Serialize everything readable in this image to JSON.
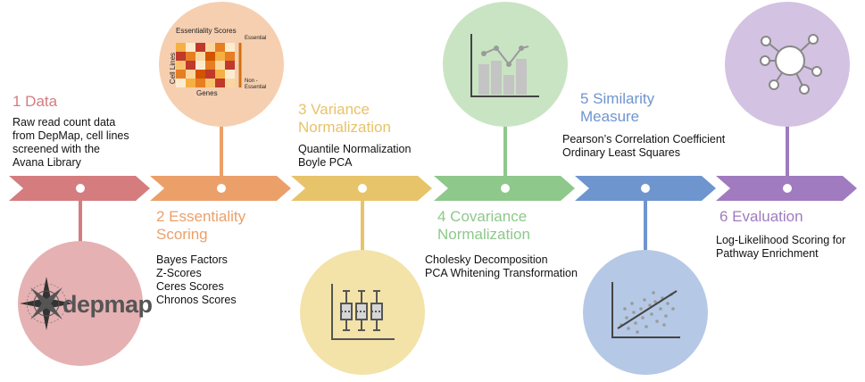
{
  "steps": [
    {
      "number": "1",
      "title": "1 Data",
      "color": "#d57c7f",
      "circle_color": "#e6b1b3",
      "desc": "Raw read count data\nfrom DepMap, cell lines\nscreened with the\nAvana Library",
      "logo_text": "depmap",
      "icon": "depmap-logo"
    },
    {
      "number": "2",
      "title": "2 Essentiality\nScoring",
      "color": "#eba06a",
      "circle_color": "#f6cfb0",
      "desc": "Bayes Factors\nZ-Scores\nCeres Scores\nChronos Scores",
      "icon": "heatmap-icon",
      "heatmap": {
        "title": "Essentiality Scores",
        "ylabel": "Cell Lines",
        "xlabel": "Genes",
        "legend_high": "Essential",
        "legend_low": "Non -\nEssential"
      }
    },
    {
      "number": "3",
      "title": "3 Variance\nNormalization",
      "color": "#e7c36a",
      "circle_color": "#f3e3a9",
      "desc": "Quantile Normalization\nBoyle PCA",
      "icon": "boxplot-icon"
    },
    {
      "number": "4",
      "title": "4 Covariance\nNormalization",
      "color": "#8ec88b",
      "circle_color": "#c9e4c3",
      "desc": "Cholesky Decomposition\nPCA Whitening Transformation",
      "icon": "bar-line-chart-icon"
    },
    {
      "number": "5",
      "title": "5 Similarity\nMeasure",
      "color": "#6f95cf",
      "circle_color": "#b5c8e6",
      "desc": "Pearson’s Correlation Coefficient\nOrdinary Least Squares",
      "icon": "scatter-plot-icon"
    },
    {
      "number": "6",
      "title": "6 Evaluation",
      "color": "#a07bbf",
      "circle_color": "#d3c2e2",
      "desc": "Log-Likelihood Scoring for\nPathway Enrichment",
      "icon": "network-icon"
    }
  ]
}
